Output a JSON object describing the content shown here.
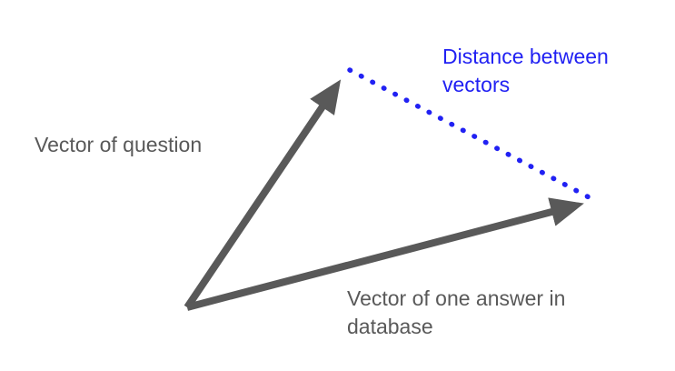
{
  "diagram": {
    "labels": {
      "question": "Vector of question",
      "distance": "Distance between\nvectors",
      "answer": "Vector of one answer in\ndatabase"
    },
    "colors": {
      "arrow": "#595959",
      "distance": "#2121f3",
      "gray_text": "#595959",
      "background": "#ffffff"
    }
  }
}
